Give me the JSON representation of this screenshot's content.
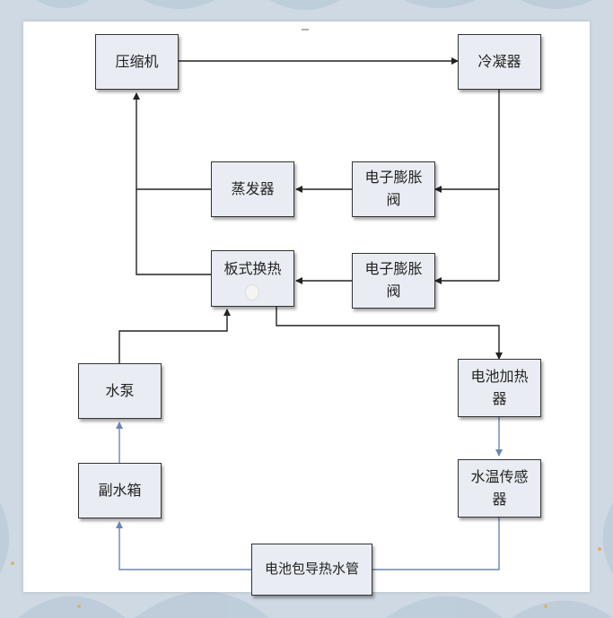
{
  "nodes": {
    "compressor": "压缩机",
    "condenser": "冷凝器",
    "evaporator": "蒸发器",
    "exv_top": "电子膨胀\n阀",
    "plate_hx": "板式换热",
    "exv_bottom": "电子膨胀\n阀",
    "water_pump": "水泵",
    "battery_heater": "电池加热\n器",
    "aux_tank": "副水箱",
    "water_temp_sensor": "水温传感\n器",
    "battery_pack_coil": "电池包导热水管"
  },
  "colors": {
    "refrigerant_line": "#222222",
    "coolant_line": "#6a86b4",
    "node_fill": "#e9edf3"
  }
}
